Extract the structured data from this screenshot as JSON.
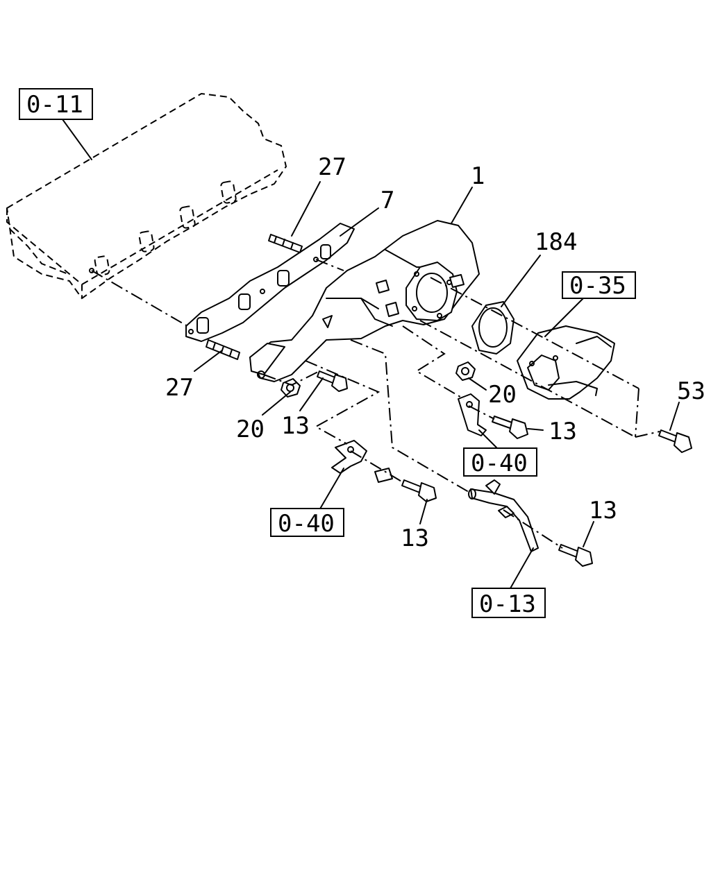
{
  "references": {
    "cylinder_head": "0-11",
    "turbo_outlet": "0-35",
    "bracket_right": "0-40",
    "bracket_left": "0-40",
    "pipe": "0-13"
  },
  "callouts": {
    "stud_top": "27",
    "gasket": "7",
    "manifold": "1",
    "flange_gasket": "184",
    "stud_left": "27",
    "nut_left": "20",
    "bolt_left": "13",
    "nut_right": "20",
    "bolt_right": "13",
    "bolt_outlet": "53",
    "bolt_bracket": "13",
    "bolt_pipe": "13"
  }
}
